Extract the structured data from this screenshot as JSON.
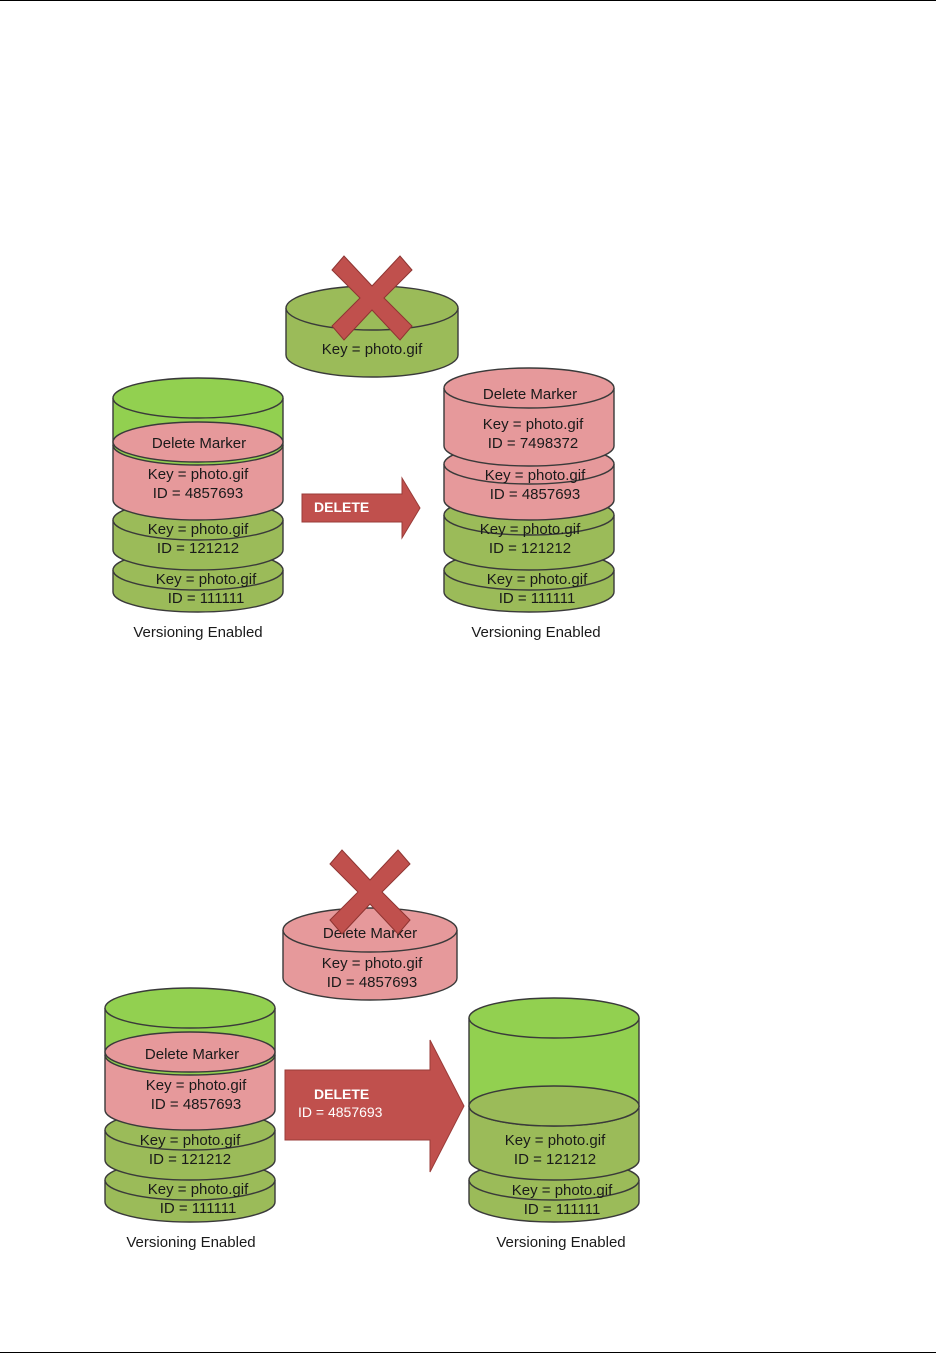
{
  "colors": {
    "green_top": "#92d050",
    "green_layer": "#9bbb59",
    "pink_layer": "#e6999b",
    "arrow": "#c0504d",
    "outline": "#3a3a3a"
  },
  "diagram_top": {
    "deleted_object": {
      "key": "Key = photo.gif"
    },
    "left_bucket": {
      "caption": "Versioning  Enabled",
      "marker_title": "Delete Marker",
      "layers": [
        {
          "key": "Key = photo.gif",
          "id": "ID = 4857693"
        },
        {
          "key": "Key = photo.gif",
          "id": "ID = 121212"
        },
        {
          "key": "Key = photo.gif",
          "id": "ID = 111111"
        }
      ]
    },
    "arrow_label": "DELETE",
    "right_bucket": {
      "caption": "Versioning  Enabled",
      "marker_title": "Delete Marker",
      "layers": [
        {
          "key": "Key = photo.gif",
          "id": "ID = 7498372"
        },
        {
          "key": "Key = photo.gif",
          "id": "ID = 4857693"
        },
        {
          "key": "Key = photo.gif",
          "id": "ID = 121212"
        },
        {
          "key": "Key = photo.gif",
          "id": "ID = 111111"
        }
      ]
    }
  },
  "diagram_bottom": {
    "deleted_object": {
      "marker_title": "Delete Marker",
      "key": "Key = photo.gif",
      "id": "ID = 4857693"
    },
    "left_bucket": {
      "caption": "Versioning  Enabled",
      "marker_title": "Delete Marker",
      "layers": [
        {
          "key": "Key = photo.gif",
          "id": "ID = 4857693"
        },
        {
          "key": "Key = photo.gif",
          "id": "ID = 121212"
        },
        {
          "key": "Key = photo.gif",
          "id": "ID = 111111"
        }
      ]
    },
    "arrow_label": "DELETE",
    "arrow_sublabel": "ID = 4857693",
    "right_bucket": {
      "caption": "Versioning  Enabled",
      "layers": [
        {
          "key": "Key = photo.gif",
          "id": "ID = 121212"
        },
        {
          "key": "Key = photo.gif",
          "id": "ID = 111111"
        }
      ]
    }
  }
}
